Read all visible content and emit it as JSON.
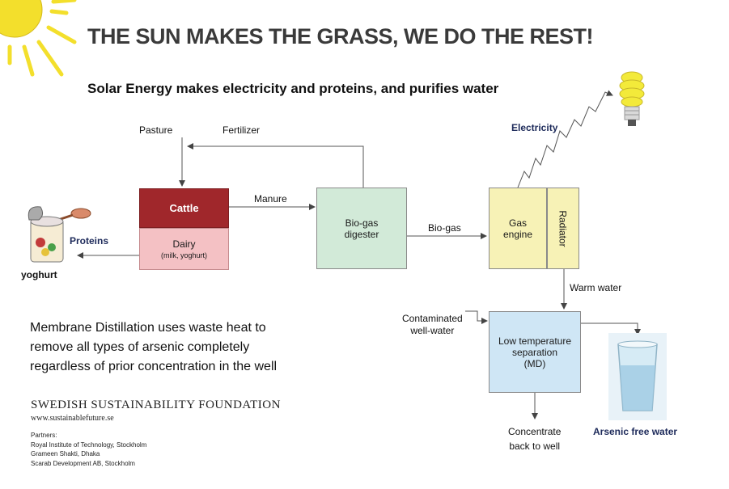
{
  "title": "THE SUN MAKES THE GRASS, WE DO THE REST!",
  "subtitle": "Solar Energy makes electricity and proteins, and purifies water",
  "labels": {
    "pasture": "Pasture",
    "fertilizer": "Fertilizer",
    "manure": "Manure",
    "biogas": "Bio-gas",
    "electricity": "Electricity",
    "warm_water": "Warm water",
    "contaminated_1": "Contaminated",
    "contaminated_2": "well-water",
    "proteins": "Proteins",
    "yoghurt": "yoghurt",
    "concentrate_1": "Concentrate",
    "concentrate_2": "back to well",
    "arsenic_free": "Arsenic free water"
  },
  "boxes": {
    "cattle": "Cattle",
    "dairy": "Dairy",
    "dairy_sub": "(milk, yoghurt)",
    "digester_1": "Bio-gas",
    "digester_2": "digester",
    "gas_engine_1": "Gas",
    "gas_engine_2": "engine",
    "radiator": "Radiator",
    "lowtemp_1": "Low temperature",
    "lowtemp_2": "separation",
    "lowtemp_3": "(MD)"
  },
  "md_text": {
    "line1": "Membrane Distillation uses waste heat to",
    "line2": "remove all types of arsenic completely",
    "line3": "regardless of prior concentration in the well"
  },
  "foundation": {
    "name": "SWEDISH SUSTAINABILITY FOUNDATION",
    "url": "www.sustainablefuture.se",
    "partners_heading": "Partners:",
    "partners": [
      "Royal Institute of Technology, Stockholm",
      "Grameen Shakti, Dhaka",
      "Scarab Development AB, Stockholm"
    ]
  },
  "icons": [
    "sun-icon",
    "light-bulb-icon",
    "yoghurt-icon",
    "glass-of-water-icon"
  ],
  "colors": {
    "cattle": "#a0272b",
    "dairy": "#f4c1c4",
    "digester": "#d2ead8",
    "gas_engine": "#f7f2b6",
    "separation": "#cfe6f5",
    "sun": "#f3df2c"
  }
}
